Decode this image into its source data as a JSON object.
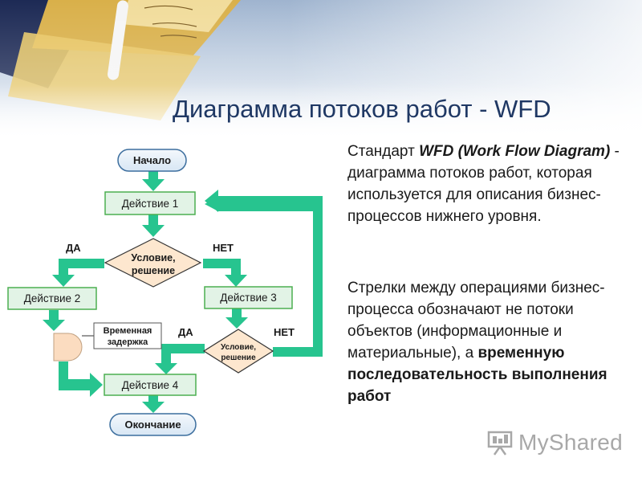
{
  "slide": {
    "title": "Диаграмма потоков работ - WFD",
    "paragraph1": {
      "lead": "Стандарт ",
      "emphasis": "WFD (Work Flow Diagram)",
      "rest": " - диаграмма потоков работ, которая используется для описания бизнес-процессов нижнего уровня."
    },
    "paragraph2": {
      "lead": "Стрелки между операциями бизнес-процесса обозначают не потоки объектов (информационные и материальные), а ",
      "emphasis": "временную последовательность выполнения работ"
    }
  },
  "diagram": {
    "start": "Начало",
    "action1": "Действие 1",
    "condition1_line1": "Условие,",
    "condition1_line2": "решение",
    "yes1": "ДА",
    "no1": "НЕТ",
    "action2": "Действие 2",
    "action3": "Действие 3",
    "delay_line1": "Временная",
    "delay_line2": "задержка",
    "yes2": "ДА",
    "no2": "НЕТ",
    "condition2_line1": "Условие,",
    "condition2_line2": "решение",
    "action4": "Действие 4",
    "end": "Окончание"
  },
  "watermark": {
    "text": "MyShared"
  },
  "colors": {
    "title": "#1f3864",
    "arrow": "#27c48f",
    "box_fill": "#e2f3e6",
    "box_border": "#4caf50",
    "diamond_fill": "#fde7cf",
    "terminal_fill": "#e8f1fa",
    "terminal_border": "#3c6e9e",
    "delay_fill": "#fbdcc0"
  }
}
